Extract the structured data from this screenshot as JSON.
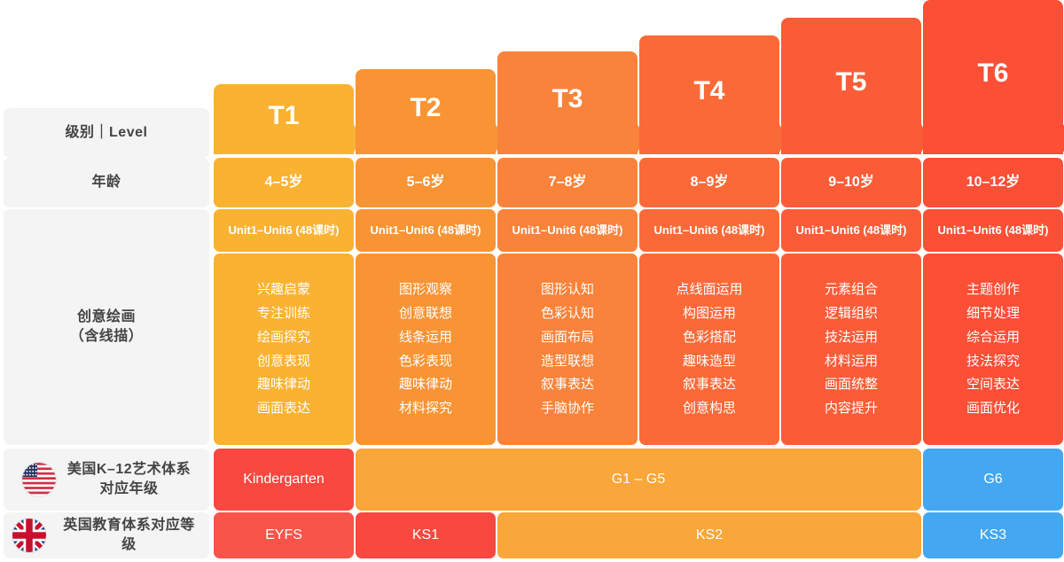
{
  "columns": [
    {
      "tier": "T1",
      "age": "4–5岁",
      "unit": "Unit1–Unit6 (48课时)",
      "topics": [
        "兴趣启蒙",
        "专注训练",
        "绘画探究",
        "创意表现",
        "趣味律动",
        "画面表达"
      ],
      "color": "#fab233",
      "header_color": "#fab233"
    },
    {
      "tier": "T2",
      "age": "5–6岁",
      "unit": "Unit1–Unit6 (48课时)",
      "topics": [
        "图形观察",
        "创意联想",
        "线条运用",
        "色彩表现",
        "趣味律动",
        "材料探究"
      ],
      "color": "#f89434",
      "header_color": "#f89434"
    },
    {
      "tier": "T3",
      "age": "7–8岁",
      "unit": "Unit1–Unit6 (48课时)",
      "topics": [
        "图形认知",
        "色彩认知",
        "画面布局",
        "造型联想",
        "叙事表达",
        "手脑协作"
      ],
      "color": "#f9833a",
      "header_color": "#f9833a"
    },
    {
      "tier": "T4",
      "age": "8–9岁",
      "unit": "Unit1–Unit6 (48课时)",
      "topics": [
        "点线面运用",
        "构图运用",
        "色彩搭配",
        "趣味造型",
        "叙事表达",
        "创意构思"
      ],
      "color": "#fa6a38",
      "header_color": "#fa6a38"
    },
    {
      "tier": "T5",
      "age": "9–10岁",
      "unit": "Unit1–Unit6 (48课时)",
      "topics": [
        "元素组合",
        "逻辑组织",
        "技法运用",
        "材料运用",
        "画面统整",
        "内容提升"
      ],
      "color": "#fb5c38",
      "header_color": "#fb5c38"
    },
    {
      "tier": "T6",
      "age": "10–12岁",
      "unit": "Unit1–Unit6 (48课时)",
      "topics": [
        "主题创作",
        "细节处理",
        "综合运用",
        "技法探究",
        "空间表达",
        "画面优化"
      ],
      "color": "#fb4f36",
      "header_color": "#fb4f36"
    }
  ],
  "row_labels": {
    "level": "级别｜Level",
    "age": "年龄",
    "unit": "",
    "course_line1": "创意绘画",
    "course_line2": "（含线描）",
    "us_line1": "美国K–12艺术体系",
    "us_line2": "对应年级",
    "uk": "英国教育体系对应等级"
  },
  "us_grades": [
    {
      "label": "Kindergarten",
      "span": 1,
      "color": "#f9483f"
    },
    {
      "label": "G1 – G5",
      "span": 4,
      "color": "#f9a63a"
    },
    {
      "label": "G6",
      "span": 1,
      "color": "#43a7f2"
    }
  ],
  "uk_levels": [
    {
      "label": "EYFS",
      "span": 1,
      "color": "#f9544a"
    },
    {
      "label": "KS1",
      "span": 1,
      "color": "#f9483f"
    },
    {
      "label": "KS2",
      "span": 3,
      "color": "#f9a63a"
    },
    {
      "label": "KS3",
      "span": 1,
      "color": "#43a7f2"
    }
  ],
  "flags": {
    "us": "us-flag-icon",
    "uk": "uk-flag-icon"
  },
  "theme": {
    "label_bg": "#f4f4f4",
    "label_fg": "#444444",
    "accent_yellow": "#fab233",
    "accent_red": "#fb4f36",
    "accent_blue": "#43a7f2"
  }
}
